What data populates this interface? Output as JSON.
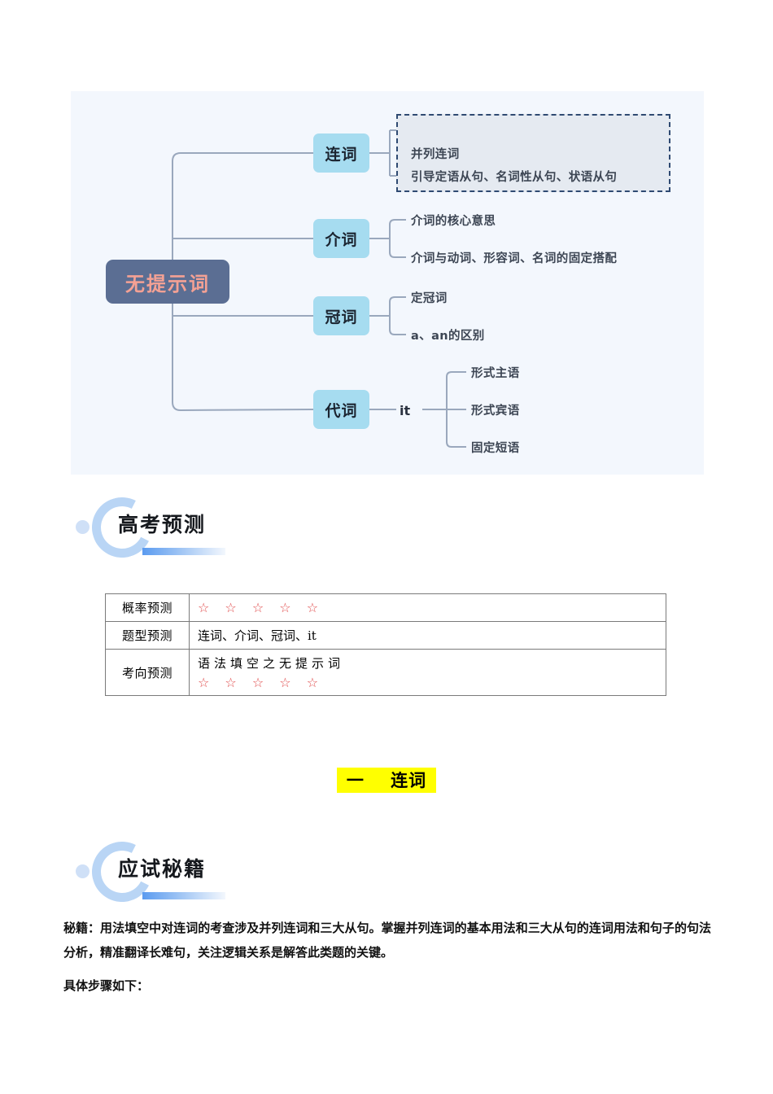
{
  "mindmap": {
    "root": "无提示词",
    "branches": [
      {
        "label": "连词",
        "leaves": [
          "并列连词",
          "引导定语从句、名词性从句、状语从句"
        ],
        "boxed": true
      },
      {
        "label": "介词",
        "leaves": [
          "介词的核心意思",
          "介词与动词、形容词、名词的固定搭配"
        ],
        "boxed": false
      },
      {
        "label": "冠词",
        "leaves": [
          "定冠词",
          "a、an的区别"
        ],
        "boxed": false
      },
      {
        "label": "代词",
        "mid": "it",
        "leaves": [
          "形式主语",
          "形式宾语",
          "固定短语"
        ],
        "boxed": false
      }
    ],
    "colors": {
      "panel_bg": "#f3f7fd",
      "root_bg": "#5b6e93",
      "root_text": "#f4a194",
      "branch_bg": "#a6dcf0",
      "branch_text": "#1b2430",
      "leaf_text": "#3d4654",
      "dashed_border": "#2f4a72",
      "dashed_fill": "#e5eaf1",
      "connector": "#9aa8bd"
    }
  },
  "banners": {
    "gaokao": "高考预测",
    "mishu": "应试秘籍",
    "accent": "#5b9bf0"
  },
  "table": {
    "rows": [
      {
        "label": "概率预测",
        "stars": "☆ ☆ ☆ ☆ ☆",
        "text": ""
      },
      {
        "label": "题型预测",
        "stars": "",
        "text": "连词、介词、冠词、it"
      },
      {
        "label": "考向预测",
        "stars": "☆ ☆ ☆ ☆ ☆",
        "text": "语法填空之无提示词"
      }
    ],
    "star_color": "#e04a4a"
  },
  "section_heading": {
    "number": "一",
    "gap": "          ",
    "title": "连词",
    "highlight": "#ffff00"
  },
  "body": {
    "mishu_paragraph": "秘籍：用法填空中对连词的考查涉及并列连词和三大从句。掌握并列连词的基本用法和三大从句的连词用法和句子的句法分析，精准翻译长难句，关注逻辑关系是解答此类题的关键。",
    "steps_line": "具体步骤如下："
  }
}
